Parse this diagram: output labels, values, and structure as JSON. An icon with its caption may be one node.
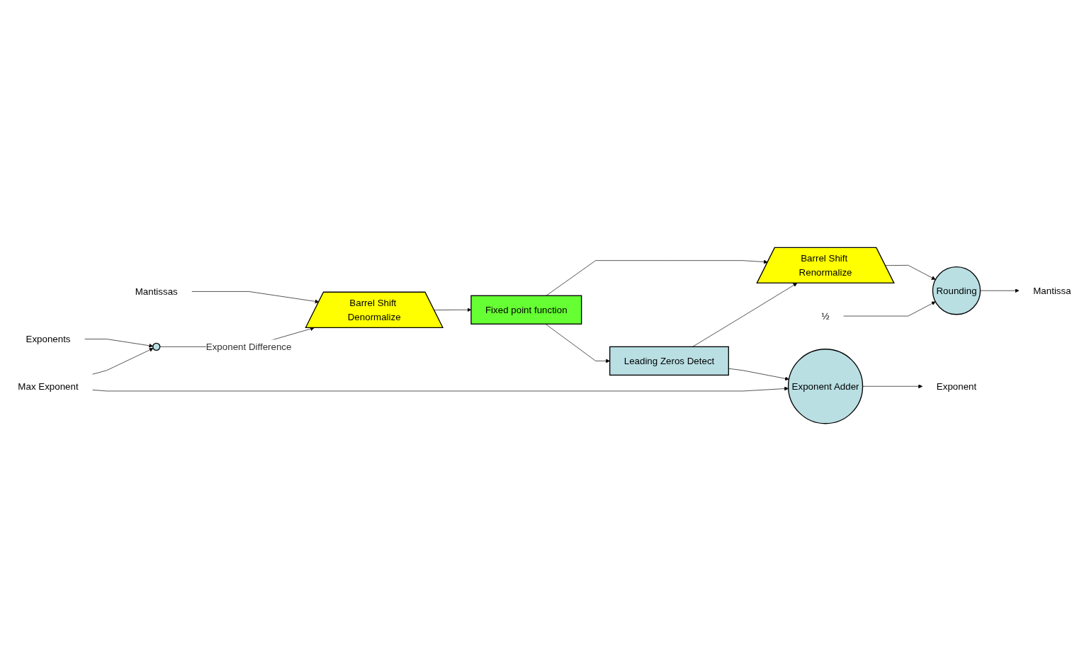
{
  "diagram": {
    "nodes": [
      {
        "text": [
          "Barrel Shift Denormalize"
        ]
      },
      {
        "text": [
          "Mantissas"
        ]
      },
      {
        "text": [
          "Fixed point function"
        ]
      },
      {
        "text": [
          "Barrel Shift Renormalize"
        ]
      },
      {
        "text": [
          "Rounding"
        ]
      },
      {
        "text": [
          "Mantissa"
        ]
      },
      {
        "text": [
          "Leading Zeros Detect"
        ]
      },
      {
        "text": [
          "½"
        ]
      },
      {
        "text": [
          "Exponents"
        ]
      },
      {
        "text": [],
        "shape": "circle"
      },
      {
        "text": [
          "Exponent"
        ]
      },
      {
        "text": [
          "Max Exponent"
        ]
      },
      {
        "text": [
          "Exponent Adder"
        ]
      }
    ],
    "edges": [
      {
        "from": 1,
        "to": 0,
        "arrow": "to"
      },
      {
        "from": 0,
        "to": 2,
        "arrow": "to"
      },
      {
        "from": 2,
        "to": 3,
        "arrow": "to"
      },
      {
        "from": 2,
        "to": 6,
        "arrow": "to"
      },
      {
        "from": 3,
        "to": 4,
        "arrow": "to"
      },
      {
        "from": 4,
        "to": 5,
        "arrow": "to"
      },
      {
        "from": 7,
        "to": 4,
        "arrow": "to"
      },
      {
        "from": 8,
        "to": 9,
        "arrow": "to"
      },
      {
        "from": 11,
        "to": 9,
        "arrow": "to"
      },
      {
        "from": 11,
        "to": 12,
        "arrow": "to"
      },
      {
        "from": 9,
        "to": 0,
        "label": "Exponent Difference",
        "arrow": "to"
      },
      {
        "from": 6,
        "to": 3,
        "arrow": "to"
      },
      {
        "from": 6,
        "to": 12,
        "arrow": "to"
      },
      {
        "from": 12,
        "to": 10,
        "arrow": "to"
      }
    ]
  }
}
